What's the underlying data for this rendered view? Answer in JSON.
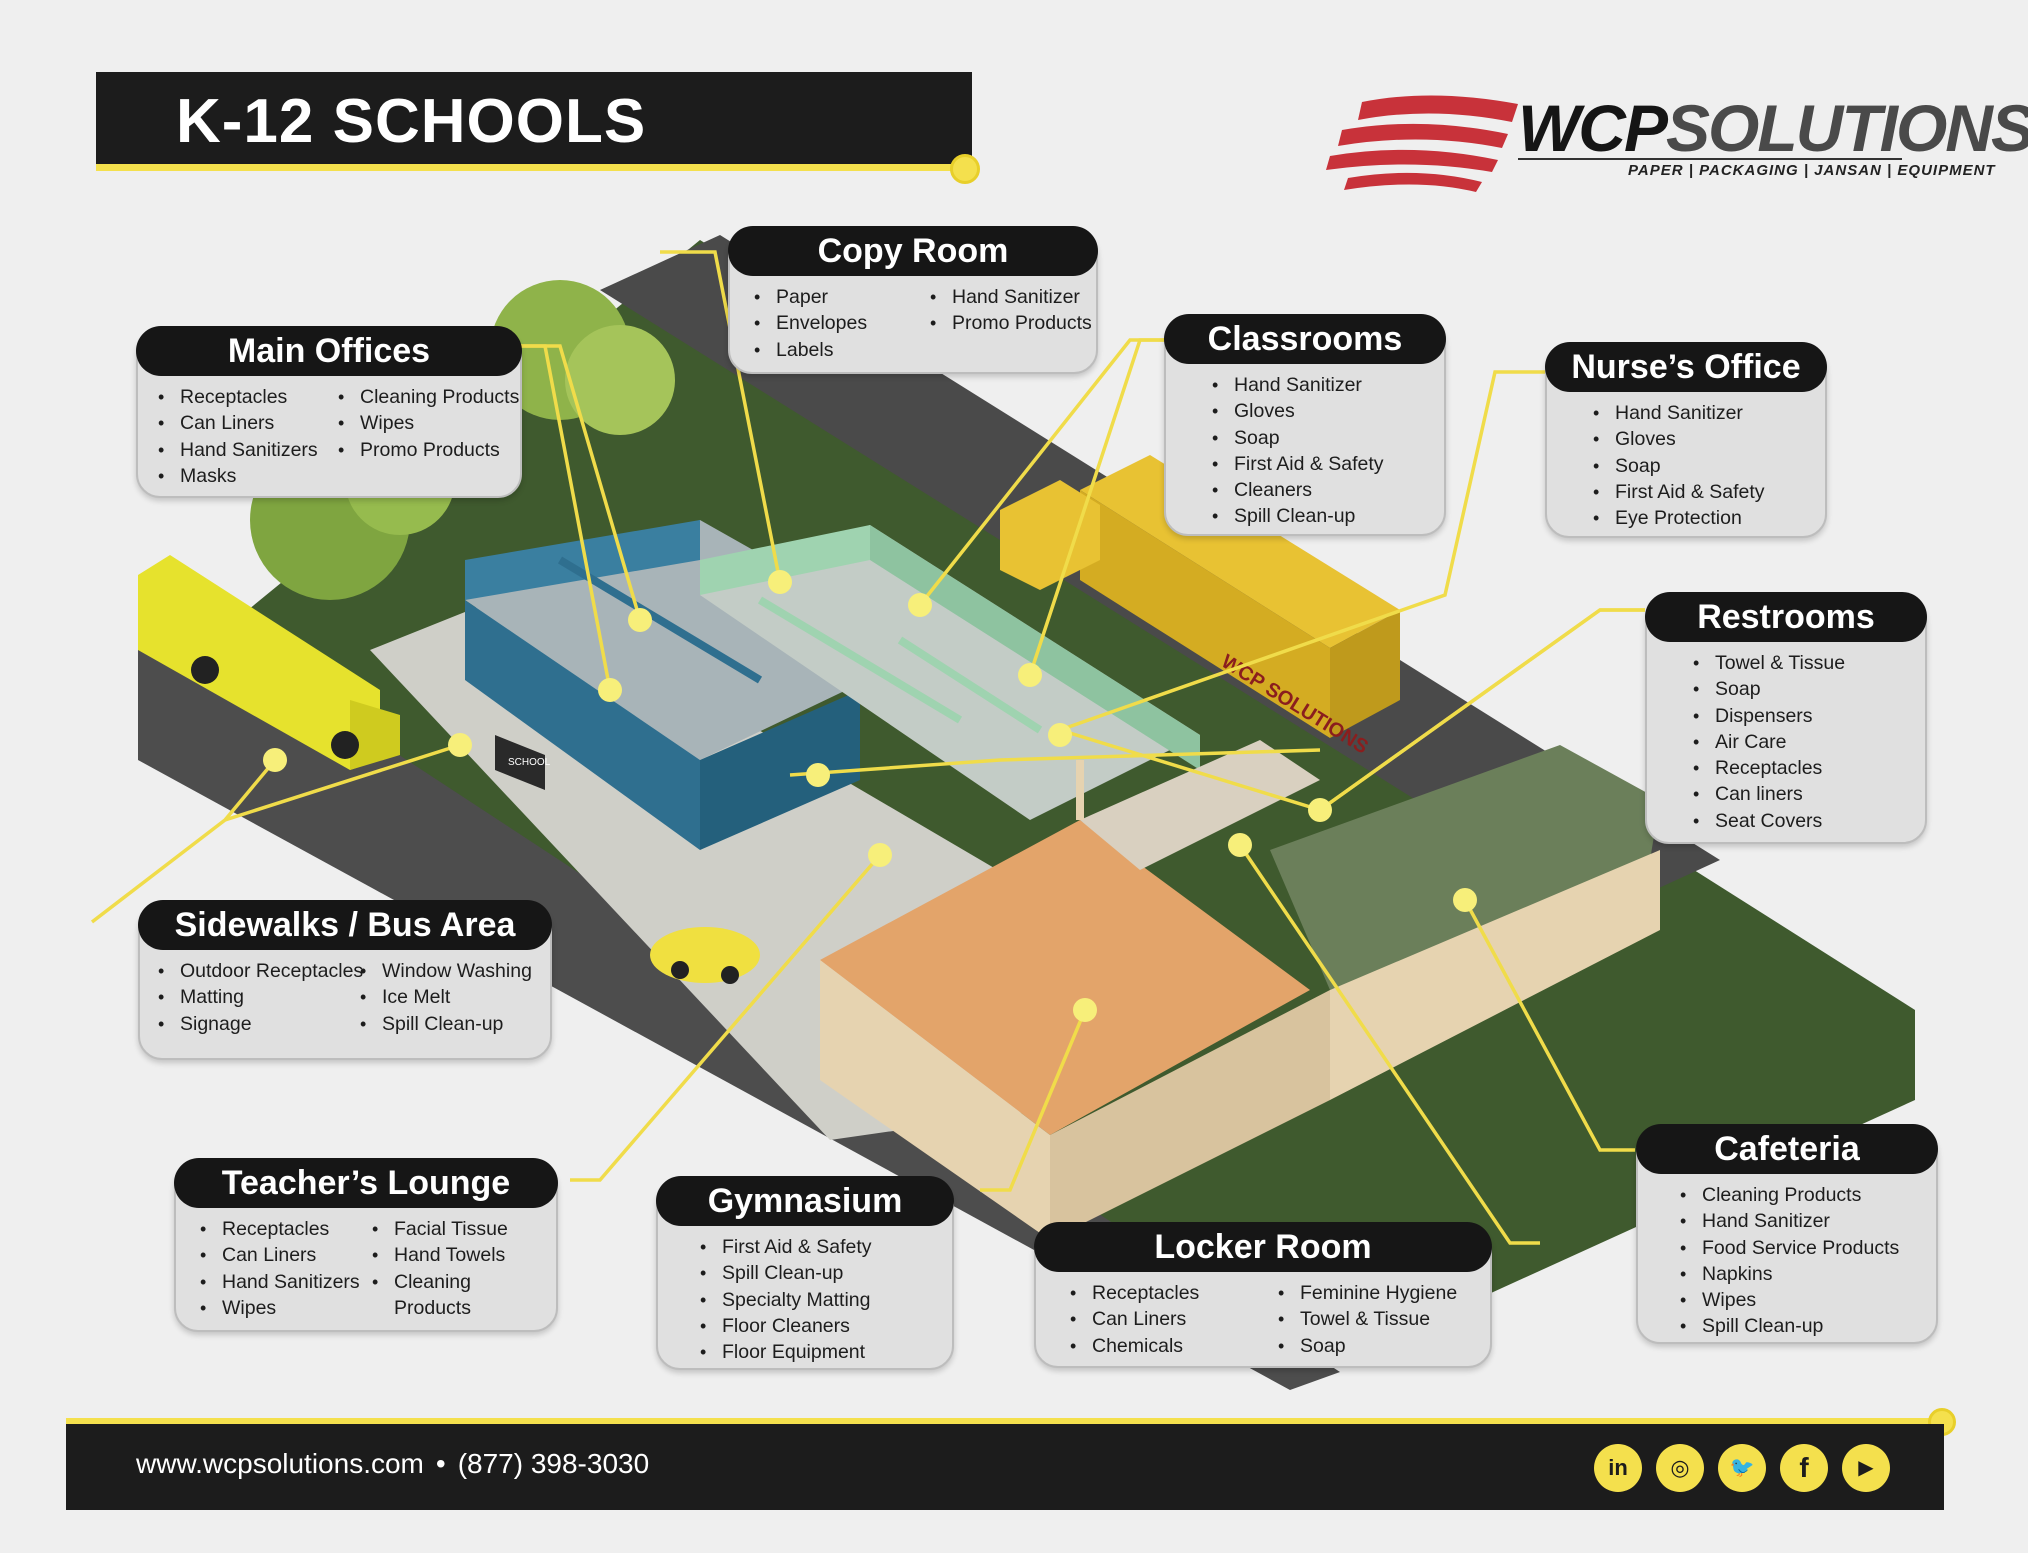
{
  "header": {
    "title": "K-12 SCHOOLS"
  },
  "logo": {
    "brand_bold": "WCP",
    "brand_light": "SOLUTIONS",
    "tagline": "PAPER | PACKAGING | JANSAN | EQUIPMENT"
  },
  "scene": {
    "bus_sign": "SCHOOL",
    "truck_brand": "WCP SOLUTIONS"
  },
  "callouts": {
    "copy_room": {
      "title": "Copy Room",
      "col1": [
        "Paper",
        "Envelopes",
        "Labels"
      ],
      "col2": [
        "Hand Sanitizer",
        "Promo Products"
      ]
    },
    "main_offices": {
      "title": "Main Offices",
      "col1": [
        "Receptacles",
        "Can Liners",
        "Hand Sanitizers",
        "Masks"
      ],
      "col2": [
        "Cleaning Products",
        "Wipes",
        "Promo Products"
      ]
    },
    "classrooms": {
      "title": "Classrooms",
      "col1": [
        "Hand Sanitizer",
        "Gloves",
        "Soap",
        "First Aid & Safety",
        "Cleaners",
        "Spill Clean-up"
      ]
    },
    "nurses_office": {
      "title": "Nurse’s Office",
      "col1": [
        "Hand Sanitizer",
        "Gloves",
        "Soap",
        "First Aid & Safety",
        "Eye Protection"
      ]
    },
    "restrooms": {
      "title": "Restrooms",
      "col1": [
        "Towel & Tissue",
        "Soap",
        "Dispensers",
        "Air Care",
        "Receptacles",
        "Can liners",
        "Seat Covers"
      ]
    },
    "sidewalks": {
      "title": "Sidewalks / Bus Area",
      "col1": [
        "Outdoor Receptacles",
        "Matting",
        "Signage"
      ],
      "col2": [
        "Window Washing",
        "Ice Melt",
        "Spill Clean-up"
      ]
    },
    "teachers_lounge": {
      "title": "Teacher’s Lounge",
      "col1": [
        "Receptacles",
        "Can Liners",
        "Hand Sanitizers",
        "Wipes"
      ],
      "col2": [
        "Facial Tissue",
        "Hand Towels",
        "Cleaning",
        "Products"
      ]
    },
    "gymnasium": {
      "title": "Gymnasium",
      "col1": [
        "First Aid & Safety",
        "Spill Clean-up",
        "Specialty Matting",
        "Floor Cleaners",
        "Floor Equipment"
      ]
    },
    "locker_room": {
      "title": "Locker Room",
      "col1": [
        "Receptacles",
        "Can Liners",
        "Chemicals"
      ],
      "col2": [
        "Feminine Hygiene",
        "Towel & Tissue",
        "Soap"
      ]
    },
    "cafeteria": {
      "title": "Cafeteria",
      "col1": [
        "Cleaning Products",
        "Hand Sanitizer",
        "Food Service Products",
        "Napkins",
        "Wipes",
        "Spill Clean-up"
      ]
    }
  },
  "footer": {
    "website": "www.wcpsolutions.com",
    "separator": "•",
    "phone": "(877) 398-3030",
    "social": [
      {
        "name": "linkedin",
        "glyph": "in"
      },
      {
        "name": "instagram",
        "glyph": "◎"
      },
      {
        "name": "twitter",
        "glyph": "🐦"
      },
      {
        "name": "facebook",
        "glyph": "f"
      },
      {
        "name": "youtube",
        "glyph": "▶"
      }
    ]
  },
  "colors": {
    "accent_yellow": "#f4e04d",
    "dark": "#1c1c1c",
    "brand_red": "#c8323a",
    "wall_blue": "#2f6f8f",
    "wall_green": "#9fd3b0",
    "wall_tan": "#e6d3b0"
  }
}
